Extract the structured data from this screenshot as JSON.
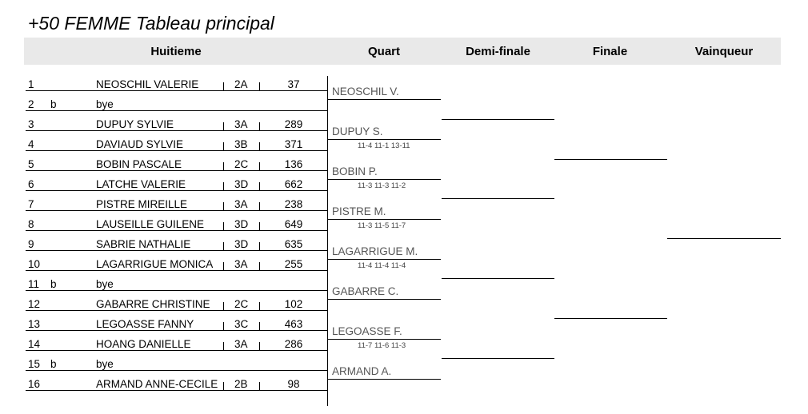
{
  "title": "+50 FEMME Tableau principal",
  "headers": {
    "huitieme": "Huitieme",
    "quart": "Quart",
    "demi": "Demi-finale",
    "finale": "Finale",
    "vainqueur": "Vainqueur"
  },
  "entries": [
    {
      "num": "1",
      "seed": "",
      "name": "NEOSCHIL VALERIE",
      "cls": "2A",
      "pts": "37"
    },
    {
      "num": "2",
      "seed": "b",
      "name": "bye",
      "cls": "",
      "pts": ""
    },
    {
      "num": "3",
      "seed": "",
      "name": "DUPUY SYLVIE",
      "cls": "3A",
      "pts": "289"
    },
    {
      "num": "4",
      "seed": "",
      "name": "DAVIAUD SYLVIE",
      "cls": "3B",
      "pts": "371"
    },
    {
      "num": "5",
      "seed": "",
      "name": "BOBIN PASCALE",
      "cls": "2C",
      "pts": "136"
    },
    {
      "num": "6",
      "seed": "",
      "name": "LATCHE VALERIE",
      "cls": "3D",
      "pts": "662"
    },
    {
      "num": "7",
      "seed": "",
      "name": "PISTRE MIREILLE",
      "cls": "3A",
      "pts": "238"
    },
    {
      "num": "8",
      "seed": "",
      "name": "LAUSEILLE GUILENE",
      "cls": "3D",
      "pts": "649"
    },
    {
      "num": "9",
      "seed": "",
      "name": "SABRIE NATHALIE",
      "cls": "3D",
      "pts": "635"
    },
    {
      "num": "10",
      "seed": "",
      "name": "LAGARRIGUE MONICA",
      "cls": "3A",
      "pts": "255"
    },
    {
      "num": "11",
      "seed": "b",
      "name": "bye",
      "cls": "",
      "pts": ""
    },
    {
      "num": "12",
      "seed": "",
      "name": "GABARRE CHRISTINE",
      "cls": "2C",
      "pts": "102"
    },
    {
      "num": "13",
      "seed": "",
      "name": "LEGOASSE FANNY",
      "cls": "3C",
      "pts": "463"
    },
    {
      "num": "14",
      "seed": "",
      "name": "HOANG DANIELLE",
      "cls": "3A",
      "pts": "286"
    },
    {
      "num": "15",
      "seed": "b",
      "name": "bye",
      "cls": "",
      "pts": ""
    },
    {
      "num": "16",
      "seed": "",
      "name": "ARMAND ANNE-CECILE",
      "cls": "2B",
      "pts": "98"
    }
  ],
  "quarters": [
    {
      "name": "NEOSCHIL V.",
      "score": ""
    },
    {
      "name": "DUPUY S.",
      "score": "11-4 11-1 13-11"
    },
    {
      "name": "BOBIN P.",
      "score": "11-3 11-3 11-2"
    },
    {
      "name": "PISTRE M.",
      "score": "11-3 11-5 11-7"
    },
    {
      "name": "LAGARRIGUE M.",
      "score": "11-4 11-4 11-4"
    },
    {
      "name": "GABARRE C.",
      "score": ""
    },
    {
      "name": "LEGOASSE F.",
      "score": "11-7 11-6 11-3"
    },
    {
      "name": "ARMAND A.",
      "score": ""
    }
  ]
}
